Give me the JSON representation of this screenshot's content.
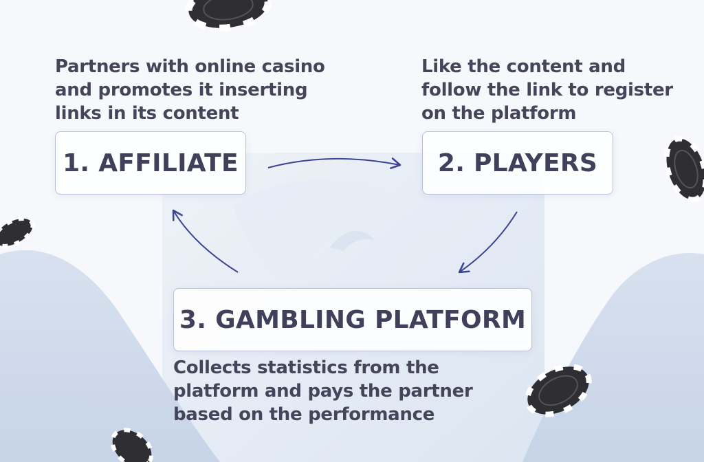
{
  "steps": [
    {
      "label": "1. AFFILIATE",
      "description": [
        "Partners with online casino",
        "and promotes it inserting",
        "links in its content"
      ]
    },
    {
      "label": "2. PLAYERS",
      "description": [
        "Like the content and",
        "follow the link to register",
        "on the platform"
      ]
    },
    {
      "label": "3. GAMBLING PLATFORM",
      "description": [
        "Collects statistics from the",
        "platform and pays the partner",
        "based on the performance"
      ]
    }
  ],
  "colors": {
    "text": "#45455a",
    "box_border": "#b8bfdc",
    "arrow": "#3a4393",
    "chip": "#2e2e33",
    "chip_stripe": "#ffffff",
    "bg_shape": "#d5e0ef"
  },
  "decorations": [
    "casino-chip-icon",
    "casino-chip-icon",
    "casino-chip-icon",
    "casino-chip-icon",
    "casino-chip-icon"
  ]
}
